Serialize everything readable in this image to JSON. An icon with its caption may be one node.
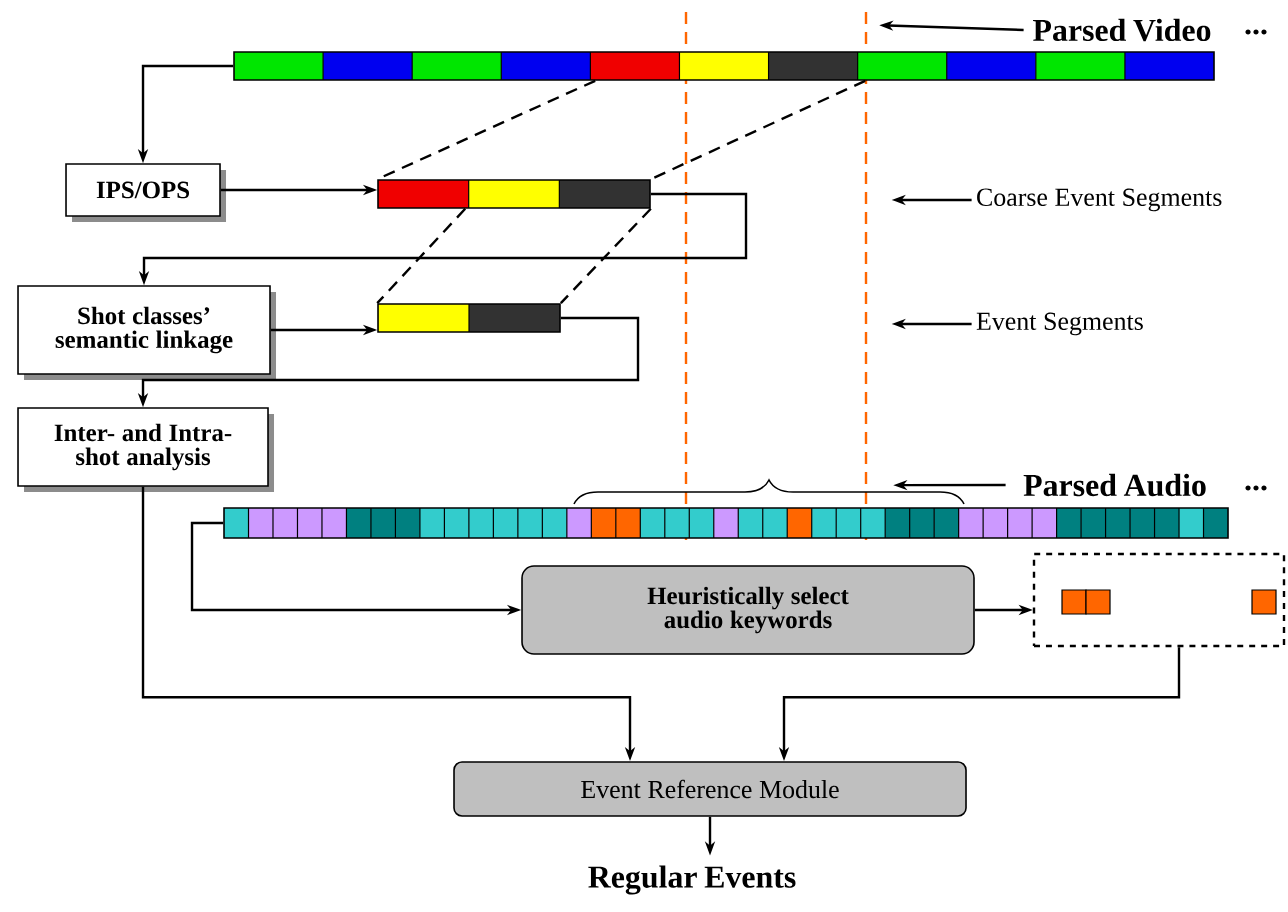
{
  "diagram": {
    "nodes": [
      {
        "text": [
          "Parsed Video"
        ]
      },
      {
        "text": [],
        "shape": "bar"
      },
      {
        "text": [
          "IPS/OPS"
        ]
      },
      {
        "text": [],
        "shape": "bar"
      },
      {
        "text": [
          "Coarse Event Segments"
        ]
      },
      {
        "text": [
          "Shot classes’ semantic linkage"
        ]
      },
      {
        "text": [],
        "shape": "bar"
      },
      {
        "text": [
          "Event Segments"
        ]
      },
      {
        "text": [
          "Inter- and Intra-shot analysis"
        ]
      },
      {
        "text": [
          "Parsed Audio"
        ]
      },
      {
        "text": [],
        "shape": "bar"
      },
      {
        "text": [
          "Heuristically select audio keywords"
        ]
      },
      {
        "text": [],
        "shape": "box"
      },
      {
        "text": [
          "Event Reference Module"
        ]
      },
      {
        "text": [
          "Regular Events"
        ]
      }
    ],
    "edges": [
      {
        "from": 0,
        "to": 1,
        "arrow": "to"
      },
      {
        "from": 1,
        "to": 2,
        "arrow": "to"
      },
      {
        "from": 1,
        "to": 3,
        "arrow": "none",
        "style": "dashed"
      },
      {
        "from": 1,
        "to": 3,
        "arrow": "none",
        "style": "dashed"
      },
      {
        "from": 2,
        "to": 3,
        "arrow": "to"
      },
      {
        "from": 4,
        "to": null,
        "arrow": "to"
      },
      {
        "from": 3,
        "to": 5,
        "arrow": "to"
      },
      {
        "from": 3,
        "to": 6,
        "arrow": "none",
        "style": "dashed"
      },
      {
        "from": 3,
        "to": 6,
        "arrow": "none",
        "style": "dashed"
      },
      {
        "from": 5,
        "to": 6,
        "arrow": "to"
      },
      {
        "from": 7,
        "to": null,
        "arrow": "to"
      },
      {
        "from": 6,
        "to": 8,
        "arrow": "to"
      },
      {
        "from": 9,
        "to": 10,
        "arrow": "to"
      },
      {
        "from": 10,
        "to": 11,
        "arrow": "to"
      },
      {
        "from": 11,
        "to": 12,
        "arrow": "to"
      },
      {
        "from": 8,
        "to": 13,
        "arrow": "to"
      },
      {
        "from": 12,
        "to": 13,
        "arrow": "to"
      },
      {
        "from": 13,
        "to": 14,
        "arrow": "to"
      }
    ],
    "labels": [
      "...",
      "..."
    ]
  }
}
